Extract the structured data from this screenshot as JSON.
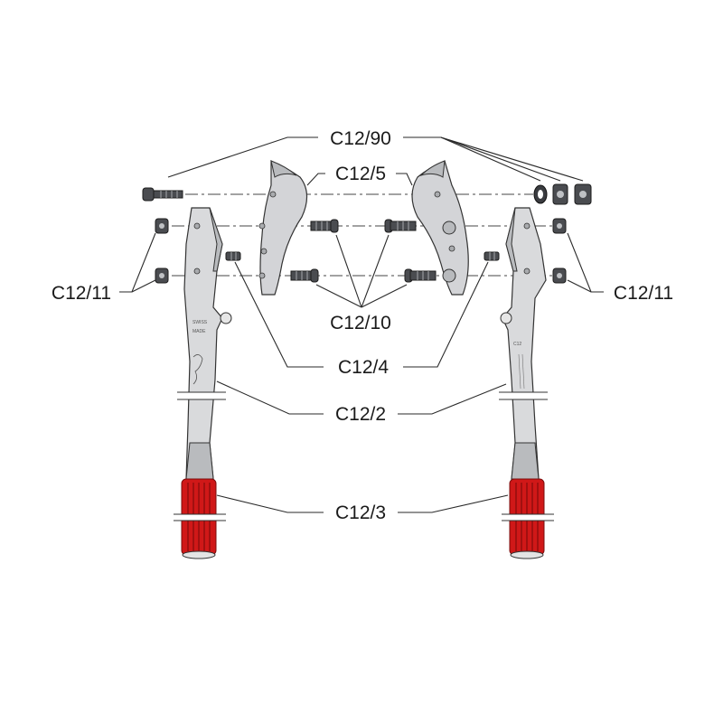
{
  "labels": {
    "bolt_set": "C12/90",
    "blades": "C12/5",
    "nut_left": "C12/11",
    "nut_right": "C12/11",
    "screws": "C12/10",
    "pins": "C12/4",
    "handles": "C12/2",
    "grips": "C12/3"
  },
  "engraving": {
    "left_handle_line1": "SWISS",
    "left_handle_line2": "MADE",
    "right_handle": "C12"
  },
  "colors": {
    "grip": "#d01818",
    "metal": "#d9dadc",
    "line": "#2a2a2a"
  }
}
